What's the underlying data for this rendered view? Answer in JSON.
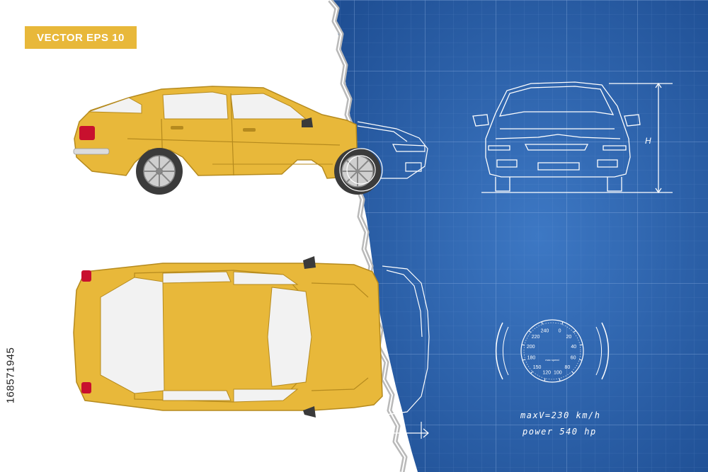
{
  "badge": {
    "label": "VECTOR EPS 10"
  },
  "stock": {
    "id": "168571945"
  },
  "blueprint": {
    "dimension_label": "H",
    "max_speed": "maxV=230 km/h",
    "power": "power 540 hp",
    "speedometer": {
      "ticks": [
        "0",
        "20",
        "40",
        "60",
        "80",
        "100",
        "120",
        "150",
        "180",
        "200",
        "220",
        "240"
      ],
      "caption": "max speed"
    }
  },
  "colors": {
    "blueprint_blue": "#2a5ea8",
    "car_yellow": "#e8b83a",
    "badge_yellow": "#e8b83a",
    "glass": "#f2f2f2",
    "line_white": "#ffffff"
  },
  "icons": {
    "side_view": "car-side-view",
    "top_view": "car-top-view",
    "front_view": "car-front-blueprint",
    "gauge": "speedometer-icon"
  }
}
